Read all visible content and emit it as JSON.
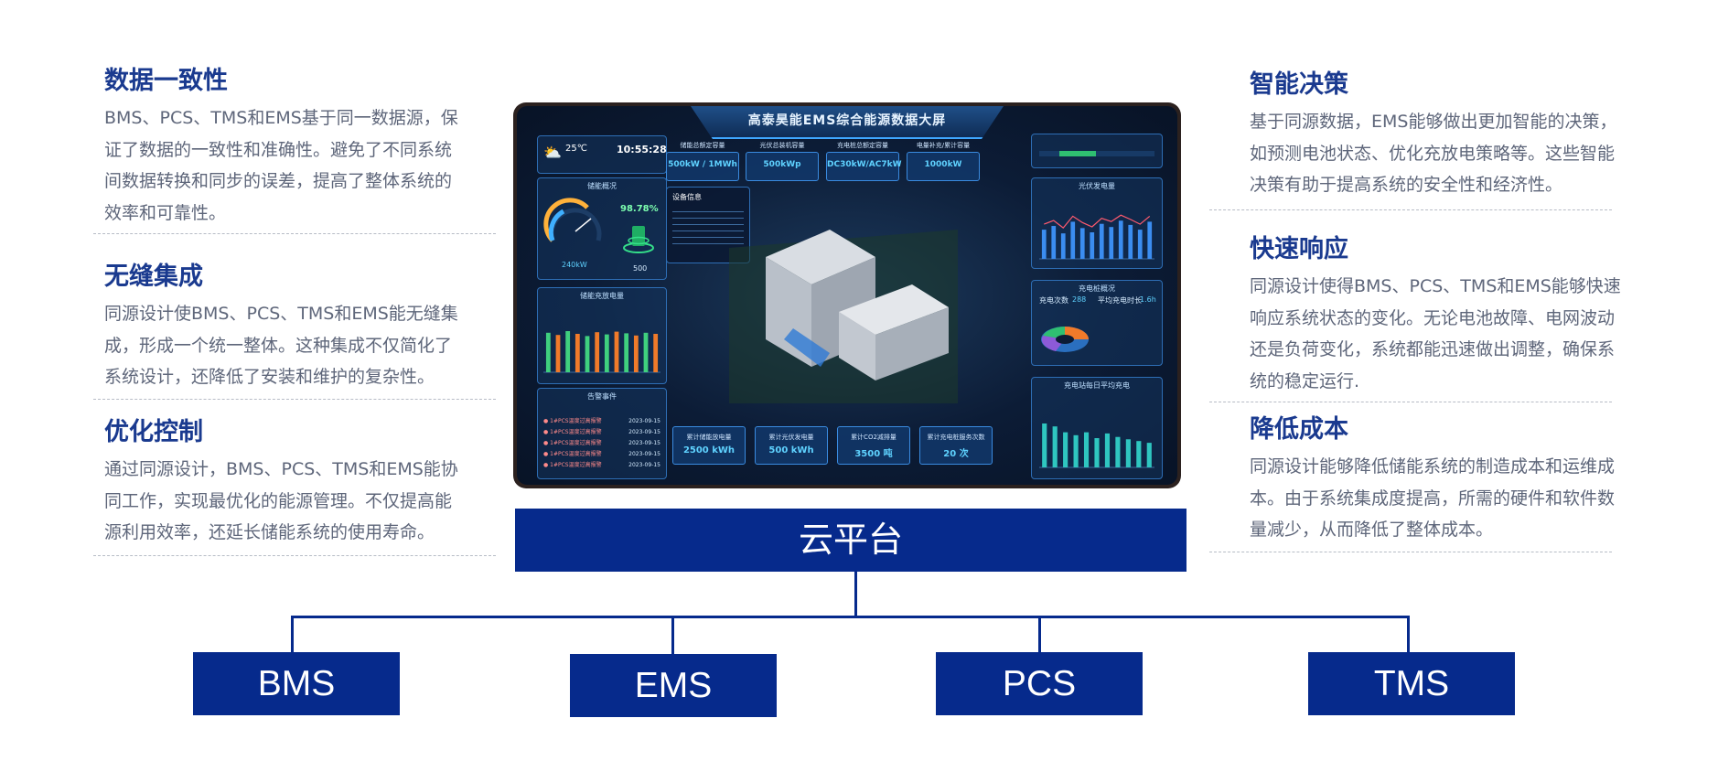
{
  "features_left": [
    {
      "title": "数据一致性",
      "body": "BMS、PCS、TMS和EMS基于同一数据源，保证了数据的一致性和准确性。避免了不同系统间数据转换和同步的误差，提高了整体系统的效率和可靠性。"
    },
    {
      "title": "无缝集成",
      "body": "同源设计使BMS、PCS、TMS和EMS能无缝集成，形成一个统一整体。这种集成不仅简化了系统设计，还降低了安装和维护的复杂性。"
    },
    {
      "title": "优化控制",
      "body": "通过同源设计，BMS、PCS、TMS和EMS能协同工作，实现最优化的能源管理。不仅提高能源利用效率，还延长储能系统的使用寿命。"
    }
  ],
  "features_right": [
    {
      "title": "智能决策",
      "body": "基于同源数据，EMS能够做出更加智能的决策，如预测电池状态、优化充放电策略等。这些智能决策有助于提高系统的安全性和经济性。"
    },
    {
      "title": "快速响应",
      "body": "同源设计使得BMS、PCS、TMS和EMS能够快速响应系统状态的变化。无论电池故障、电网波动还是负荷变化，系统都能迅速做出调整，确保系统的稳定运行."
    },
    {
      "title": "降低成本",
      "body": "同源设计能够降低储能系统的制造成本和运维成本。由于系统集成度提高，所需的硬件和软件数量减少，从而降低了整体成本。"
    }
  ],
  "dashboard": {
    "title": "高泰昊能EMS综合能源数据大屏",
    "temperature": "25℃",
    "time": "10:55:28",
    "gauge_power": "240kW",
    "soc_percent": "98.78%",
    "soc_value": "500",
    "panel_titles": [
      "储能概况",
      "储能充放电量",
      "告警事件",
      "光伏发电量",
      "充电桩概况",
      "充电站每日平均充电"
    ],
    "kpis": [
      {
        "label": "储能总额定容量",
        "value": "500kW / 1MWh"
      },
      {
        "label": "光伏总装机容量",
        "value": "500kWp"
      },
      {
        "label": "充电桩总额定容量",
        "value": "DC30kW/AC7kW"
      },
      {
        "label": "电量补充/累计容量",
        "value": "1000kW"
      }
    ],
    "bottom_kpis": [
      {
        "label": "累计储能放电量",
        "value": "2500 kWh"
      },
      {
        "label": "累计光伏发电量",
        "value": "500 kWh"
      },
      {
        "label": "累计CO2减排量",
        "value": "3500 吨"
      },
      {
        "label": "累计充电桩服务次数",
        "value": "20 次"
      }
    ],
    "info_title": "设备信息",
    "pv_bars": [
      0.55,
      0.62,
      0.48,
      0.7,
      0.58,
      0.5,
      0.66,
      0.6,
      0.72,
      0.64,
      0.55,
      0.7
    ],
    "storage_bars": [
      0.72,
      0.68,
      0.75,
      0.7,
      0.66,
      0.73,
      0.69,
      0.74,
      0.71,
      0.67,
      0.72,
      0.7
    ],
    "charge_bars": [
      0.75,
      0.7,
      0.6,
      0.55,
      0.6,
      0.5,
      0.58,
      0.52,
      0.48,
      0.45,
      0.42
    ],
    "alarms": [
      {
        "name": "1#PCS温度过高报警",
        "date": "2023-09-15"
      },
      {
        "name": "1#PCS温度过高报警",
        "date": "2023-09-15"
      },
      {
        "name": "1#PCS温度过高报警",
        "date": "2023-09-15"
      },
      {
        "name": "1#PCS温度过高报警",
        "date": "2023-09-15"
      },
      {
        "name": "1#PCS温度过高报警",
        "date": "2023-09-15"
      }
    ],
    "charge_summary": [
      {
        "label": "充电次数",
        "value": "288"
      },
      {
        "label": "平均充电时长",
        "value": "1.6h"
      }
    ]
  },
  "diagram": {
    "cloud_label": "云平台",
    "subsystems": [
      "BMS",
      "EMS",
      "PCS",
      "TMS"
    ]
  },
  "colors": {
    "primary": "#062a8c",
    "title": "#1a3a8f",
    "body": "#5e667a"
  }
}
